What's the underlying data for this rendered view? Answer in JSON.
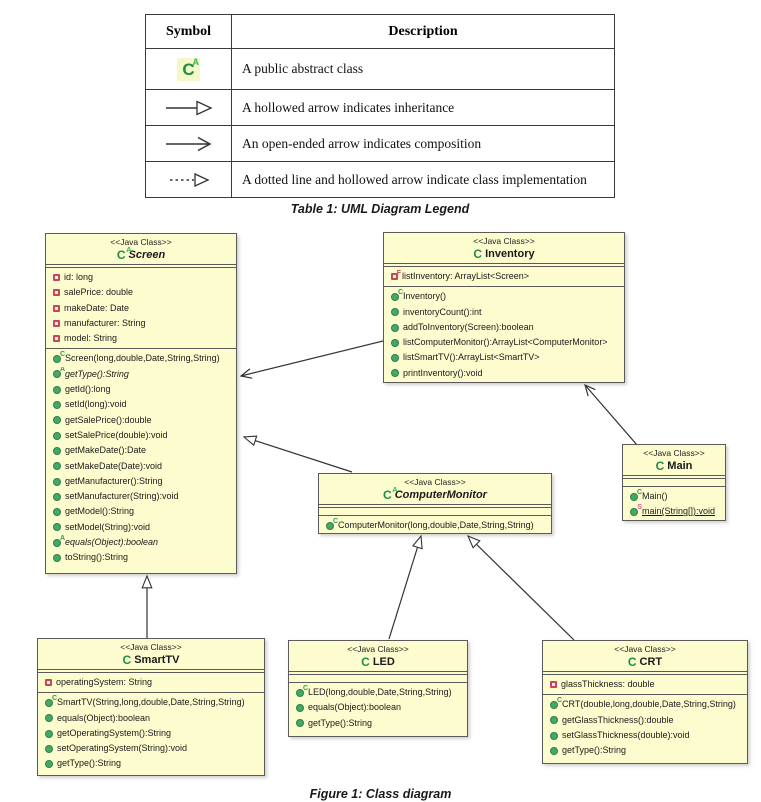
{
  "captions": {
    "table": "Table 1: UML Diagram Legend",
    "figure": "Figure 1: Class diagram"
  },
  "legend": {
    "headers": [
      "Symbol",
      "Description"
    ],
    "rows": [
      {
        "symbol": "public-abstract-class-icon",
        "description": "A public abstract class"
      },
      {
        "symbol": "inheritance-hollow-arrow-icon",
        "description": "A hollowed arrow indicates inheritance"
      },
      {
        "symbol": "composition-open-arrow-icon",
        "description": "An open-ended arrow indicates composition"
      },
      {
        "symbol": "implementation-dotted-arrow-icon",
        "description": "A dotted line and hollowed arrow indicate class implementation"
      }
    ]
  },
  "classes": [
    {
      "id": "screen",
      "stereotype": "<<Java Class>>",
      "name": "Screen",
      "abstract": true,
      "fields": [
        {
          "kind": "field",
          "text": "id: long"
        },
        {
          "kind": "field",
          "text": "salePrice: double"
        },
        {
          "kind": "field",
          "text": "makeDate: Date"
        },
        {
          "kind": "field",
          "text": "manufacturer: String"
        },
        {
          "kind": "field",
          "text": "model: String"
        }
      ],
      "methods": [
        {
          "kind": "ctor",
          "text": "Screen(long,double,Date,String,String)"
        },
        {
          "kind": "method-abstract",
          "text": "getType():String"
        },
        {
          "kind": "method",
          "text": "getId():long"
        },
        {
          "kind": "method",
          "text": "setId(long):void"
        },
        {
          "kind": "method",
          "text": "getSalePrice():double"
        },
        {
          "kind": "method",
          "text": "setSalePrice(double):void"
        },
        {
          "kind": "method",
          "text": "getMakeDate():Date"
        },
        {
          "kind": "method",
          "text": "setMakeDate(Date):void"
        },
        {
          "kind": "method",
          "text": "getManufacturer():String"
        },
        {
          "kind": "method",
          "text": "setManufacturer(String):void"
        },
        {
          "kind": "method",
          "text": "getModel():String"
        },
        {
          "kind": "method",
          "text": "setModel(String):void"
        },
        {
          "kind": "method-abstract",
          "text": "equals(Object):boolean"
        },
        {
          "kind": "method",
          "text": "toString():String"
        }
      ]
    },
    {
      "id": "inventory",
      "stereotype": "<<Java Class>>",
      "name": "Inventory",
      "abstract": false,
      "fields": [
        {
          "kind": "field-final",
          "text": "listInventory: ArrayList<Screen>"
        }
      ],
      "methods": [
        {
          "kind": "ctor",
          "text": "Inventory()"
        },
        {
          "kind": "method",
          "text": "inventoryCount():int"
        },
        {
          "kind": "method",
          "text": "addToInventory(Screen):boolean"
        },
        {
          "kind": "method",
          "text": "listComputerMonitor():ArrayList<ComputerMonitor>"
        },
        {
          "kind": "method",
          "text": "listSmartTV():ArrayList<SmartTV>"
        },
        {
          "kind": "method",
          "text": "printInventory():void"
        }
      ]
    },
    {
      "id": "main",
      "stereotype": "<<Java Class>>",
      "name": "Main",
      "abstract": false,
      "fields": [],
      "methods": [
        {
          "kind": "ctor",
          "text": "Main()"
        },
        {
          "kind": "method-static",
          "text": "main(String[]):void"
        }
      ]
    },
    {
      "id": "computermonitor",
      "stereotype": "<<Java Class>>",
      "name": "ComputerMonitor",
      "abstract": true,
      "fields": [],
      "methods": [
        {
          "kind": "ctor",
          "text": "ComputerMonitor(long,double,Date,String,String)"
        }
      ]
    },
    {
      "id": "smarttv",
      "stereotype": "<<Java Class>>",
      "name": "SmartTV",
      "abstract": false,
      "fields": [
        {
          "kind": "field",
          "text": "operatingSystem: String"
        }
      ],
      "methods": [
        {
          "kind": "ctor",
          "text": "SmartTV(String,long,double,Date,String,String)"
        },
        {
          "kind": "method",
          "text": "equals(Object):boolean"
        },
        {
          "kind": "method",
          "text": "getOperatingSystem():String"
        },
        {
          "kind": "method",
          "text": "setOperatingSystem(String):void"
        },
        {
          "kind": "method",
          "text": "getType():String"
        }
      ]
    },
    {
      "id": "led",
      "stereotype": "<<Java Class>>",
      "name": "LED",
      "abstract": false,
      "fields": [],
      "methods": [
        {
          "kind": "ctor",
          "text": "LED(long,double,Date,String,String)"
        },
        {
          "kind": "method",
          "text": "equals(Object):boolean"
        },
        {
          "kind": "method",
          "text": "getType():String"
        }
      ]
    },
    {
      "id": "crt",
      "stereotype": "<<Java Class>>",
      "name": "CRT",
      "abstract": false,
      "fields": [
        {
          "kind": "field",
          "text": "glassThickness: double"
        }
      ],
      "methods": [
        {
          "kind": "ctor",
          "text": "CRT(double,long,double,Date,String,String)"
        },
        {
          "kind": "method",
          "text": "getGlassThickness():double"
        },
        {
          "kind": "method",
          "text": "setGlassThickness(double):void"
        },
        {
          "kind": "method",
          "text": "getType():String"
        }
      ]
    }
  ],
  "colors": {
    "class_box_fill": "#FCFCCE",
    "class_box_border": "#5A5A5A",
    "class_icon_green": "#1E8E46",
    "abstract_marker_green": "#35B558",
    "method_dot_green": "#44A964",
    "field_square_red": "#C4485C",
    "static_sup_pink": "#E0529C"
  }
}
